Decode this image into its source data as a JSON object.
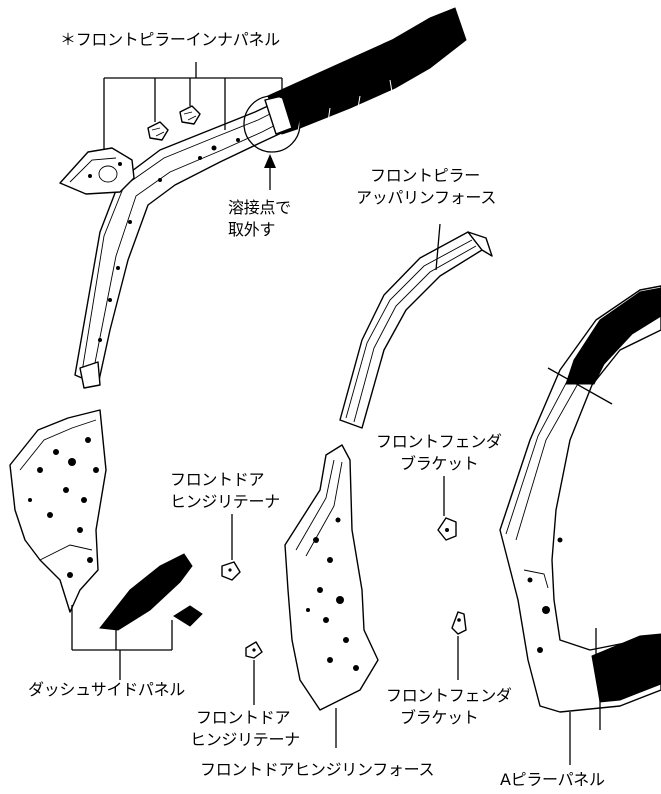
{
  "labels": {
    "inner_panel": "＊フロントピラーインナパネル",
    "weld_note_1": "溶接点で",
    "weld_note_2": "取外す",
    "upper_reinforce_1": "フロントピラー",
    "upper_reinforce_2": "アッパリンフォース",
    "fender_bracket_top_1": "フロントフェンダ",
    "fender_bracket_top_2": "ブラケット",
    "hinge_retainer_top_1": "フロントドア",
    "hinge_retainer_top_2": "ヒンジリテーナ",
    "dash_side_panel": "ダッシュサイドパネル",
    "hinge_retainer_bottom_1": "フロントドア",
    "hinge_retainer_bottom_2": "ヒンジリテーナ",
    "fender_bracket_bottom_1": "フロントフェンダ",
    "fender_bracket_bottom_2": "ブラケット",
    "hinge_reinforce": "フロントドアヒンジリンフォース",
    "a_pillar_panel": "Aピラーパネル"
  }
}
